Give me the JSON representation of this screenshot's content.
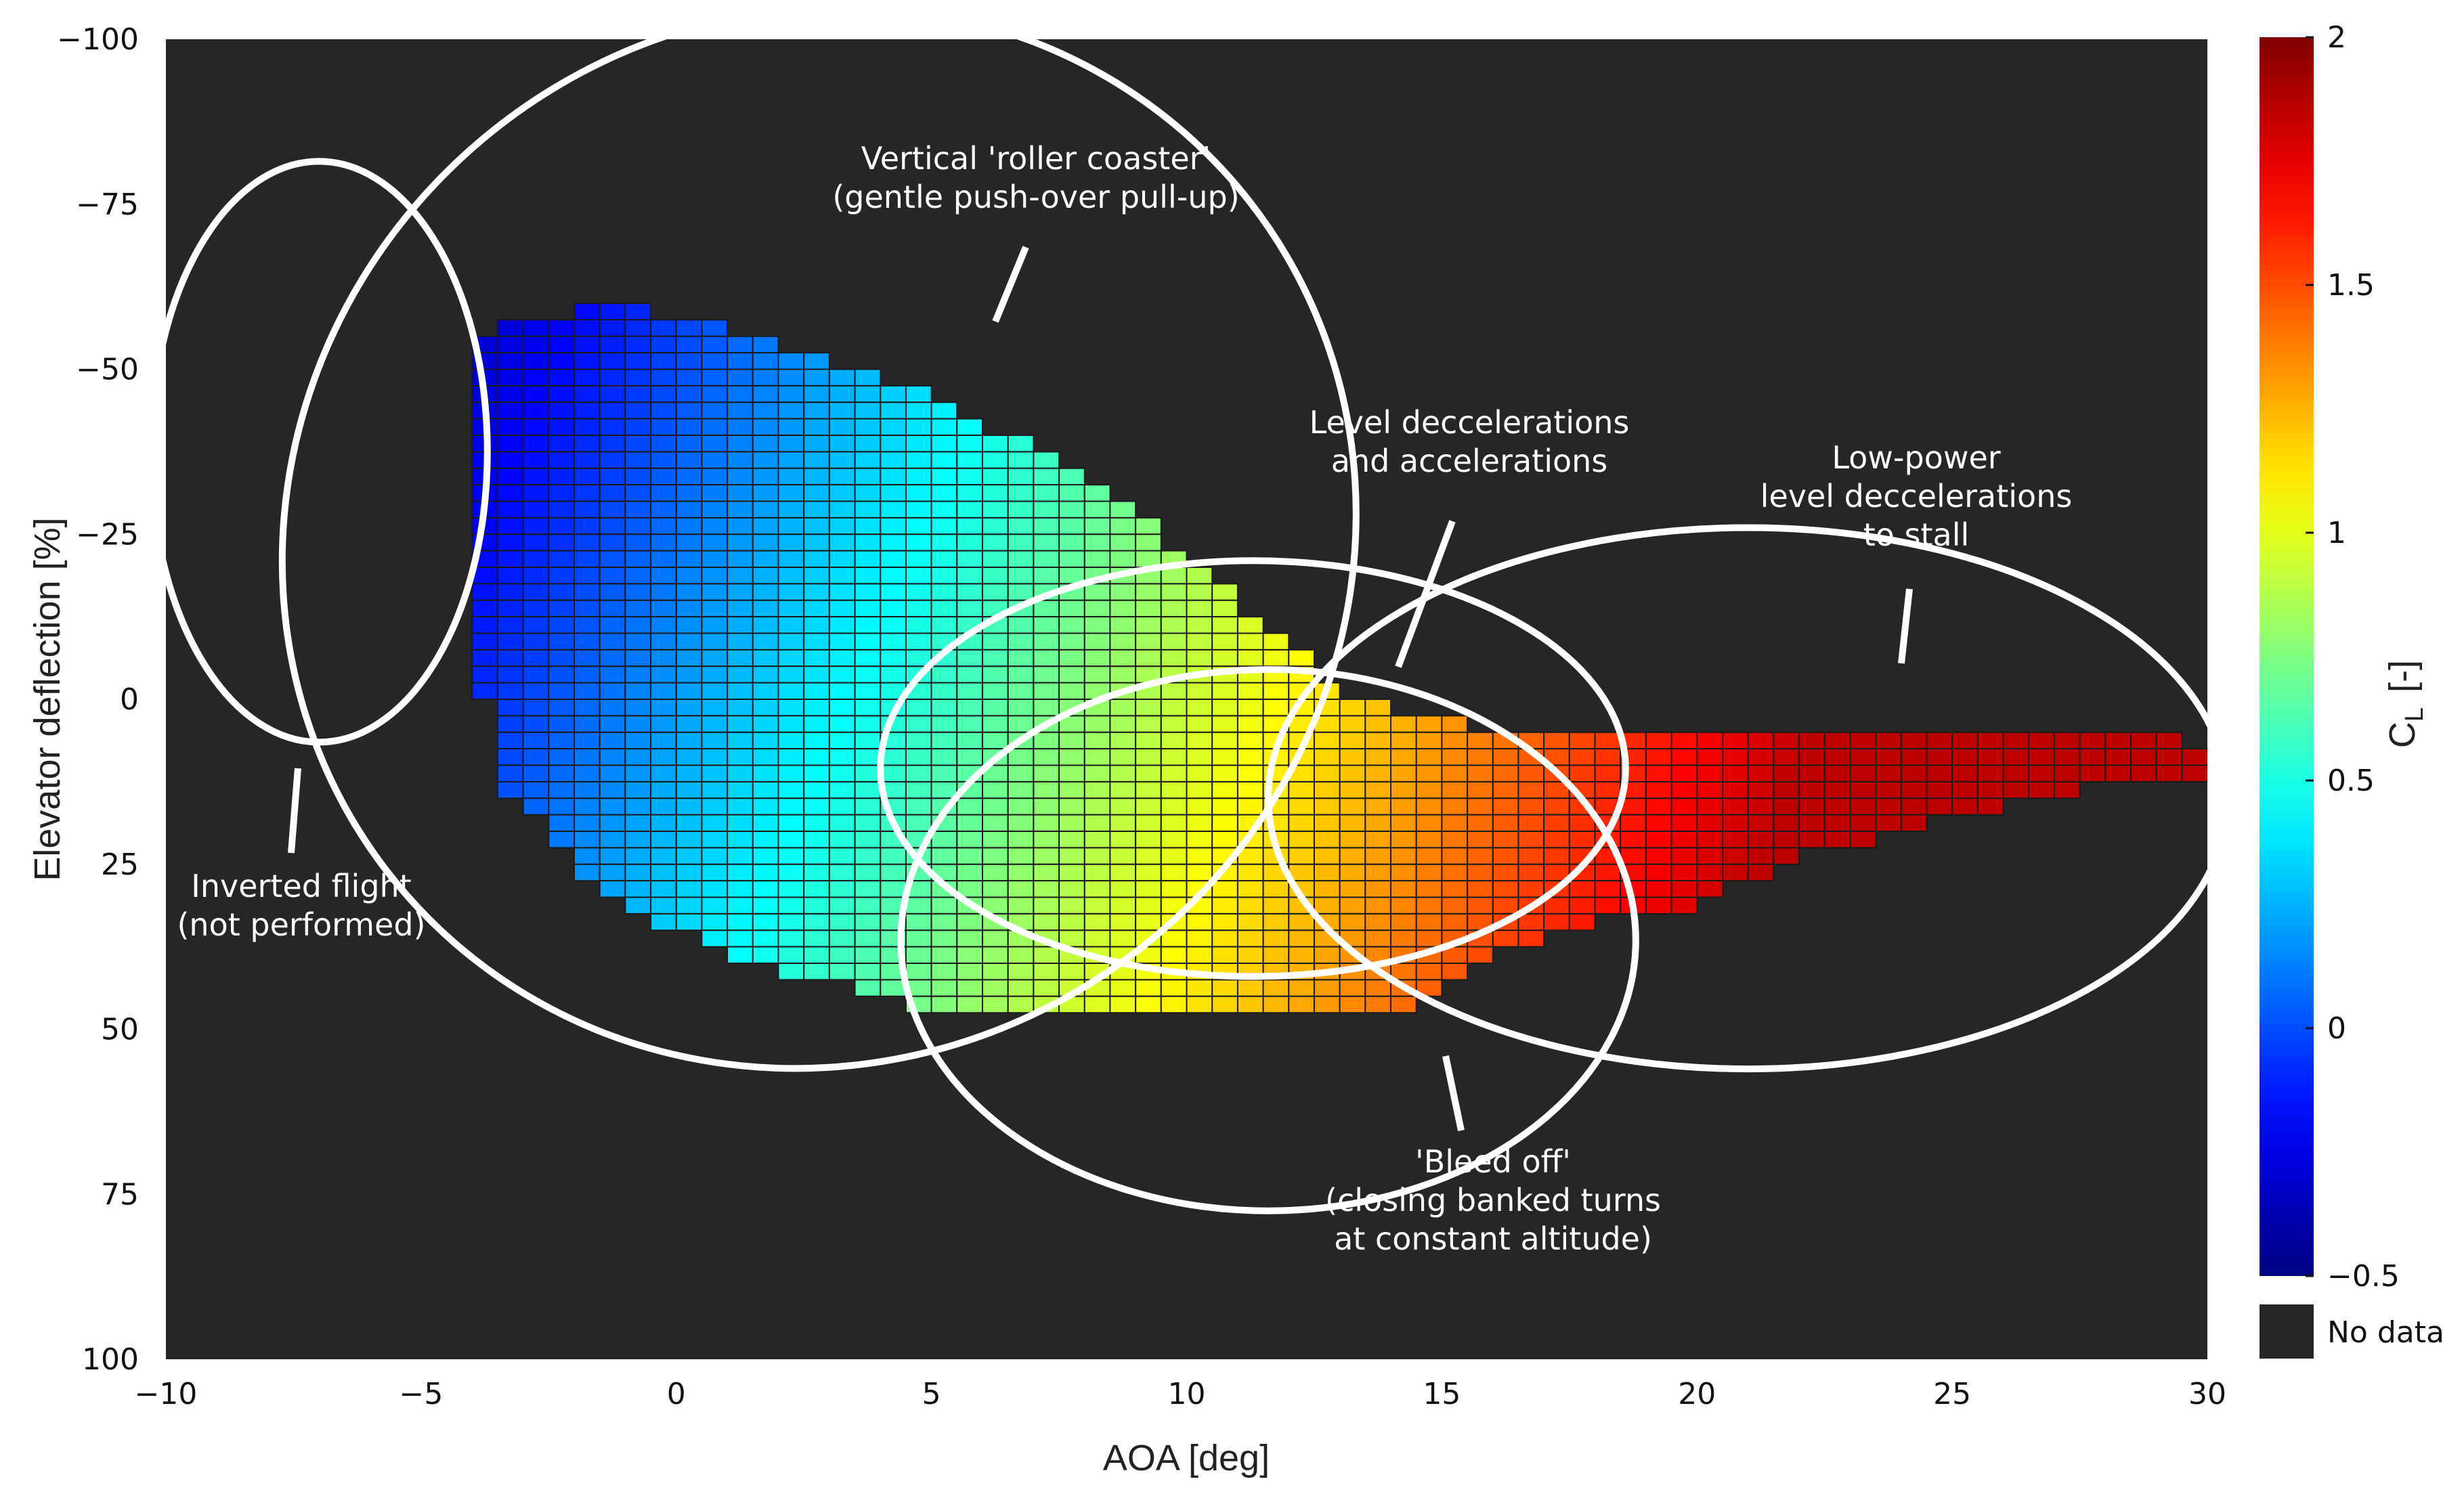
{
  "chart_data": {
    "type": "heatmap",
    "title": "",
    "xlabel": "AOA [deg]",
    "ylabel": "Elevator deflection  [%]",
    "xlim": [
      -10,
      30
    ],
    "ylim": [
      -100,
      100
    ],
    "y_inverted": true,
    "x_ticks": [
      "−10",
      "−5",
      "0",
      "5",
      "10",
      "15",
      "20",
      "25",
      "30"
    ],
    "x_tick_values": [
      -10,
      -5,
      0,
      5,
      10,
      15,
      20,
      25,
      30
    ],
    "y_ticks": [
      "−100",
      "−75",
      "−50",
      "−25",
      "0",
      "25",
      "50",
      "75",
      "100"
    ],
    "y_tick_values": [
      -100,
      -75,
      -50,
      -25,
      0,
      25,
      50,
      75,
      100
    ],
    "background_color": "#262626",
    "cell_size": {
      "aoa_deg": 0.5,
      "elevator_pct": 2.5
    },
    "colormap": "jet",
    "colorbar": {
      "label_main": "C",
      "label_sub": "L",
      "label_unit": "[-]",
      "range": [
        -0.5,
        2
      ],
      "ticks": [
        "−0.5",
        "0",
        "0.5",
        "1",
        "1.5",
        "2"
      ],
      "tick_values": [
        -0.5,
        0,
        0.5,
        1,
        1.5,
        2
      ],
      "no_data_label": "No data"
    },
    "cl_model": {
      "cl_at_aoa_minus4": -0.1,
      "cl_per_deg_aoa": 0.0733,
      "cl_per_pct_elevator": 0.004,
      "cl_cap": 1.85
    },
    "data_envelope": [
      {
        "aoa": -4.0,
        "elev_min": -53.0,
        "elev_max": -15.0
      },
      {
        "aoa": -3.5,
        "elev_min": -58.0,
        "elev_max": 13.0
      },
      {
        "aoa": -2.5,
        "elev_min": -58.0,
        "elev_max": 20.0
      },
      {
        "aoa": -2.0,
        "elev_min": -59.0,
        "elev_max": 25.0
      },
      {
        "aoa": -1.0,
        "elev_min": -60.0,
        "elev_max": 30.0
      },
      {
        "aoa": 0.0,
        "elev_min": -58.0,
        "elev_max": 35.0
      },
      {
        "aoa": 1.0,
        "elev_min": -56.0,
        "elev_max": 38.0
      },
      {
        "aoa": 2.0,
        "elev_min": -54.0,
        "elev_max": 41.0
      },
      {
        "aoa": 3.0,
        "elev_min": -51.0,
        "elev_max": 43.0
      },
      {
        "aoa": 4.0,
        "elev_min": -49.0,
        "elev_max": 45.0
      },
      {
        "aoa": 5.0,
        "elev_min": -46.0,
        "elev_max": 47.0
      },
      {
        "aoa": 6.0,
        "elev_min": -42.0,
        "elev_max": 48.0
      },
      {
        "aoa": 7.0,
        "elev_min": -38.0,
        "elev_max": 48.0
      },
      {
        "aoa": 8.0,
        "elev_min": -33.0,
        "elev_max": 48.0
      },
      {
        "aoa": 9.0,
        "elev_min": -28.0,
        "elev_max": 48.0
      },
      {
        "aoa": 10.0,
        "elev_min": -21.0,
        "elev_max": 48.0
      },
      {
        "aoa": 11.0,
        "elev_min": -15.0,
        "elev_max": 48.0
      },
      {
        "aoa": 12.0,
        "elev_min": -8.0,
        "elev_max": 48.0
      },
      {
        "aoa": 13.0,
        "elev_min": -1.0,
        "elev_max": 48.0
      },
      {
        "aoa": 14.0,
        "elev_min": 2.0,
        "elev_max": 48.0
      },
      {
        "aoa": 15.0,
        "elev_min": 2.0,
        "elev_max": 44.0
      },
      {
        "aoa": 15.5,
        "elev_min": 4.0,
        "elev_max": 40.0
      },
      {
        "aoa": 16.5,
        "elev_min": 4.0,
        "elev_max": 38.0
      },
      {
        "aoa": 17.5,
        "elev_min": 4.0,
        "elev_max": 35.0
      },
      {
        "aoa": 19.0,
        "elev_min": 4.0,
        "elev_max": 32.0
      },
      {
        "aoa": 20.0,
        "elev_min": 4.0,
        "elev_max": 31.0
      },
      {
        "aoa": 21.0,
        "elev_min": 4.0,
        "elev_max": 27.0
      },
      {
        "aoa": 22.0,
        "elev_min": 4.0,
        "elev_max": 24.0
      },
      {
        "aoa": 23.0,
        "elev_min": 4.0,
        "elev_max": 22.0
      },
      {
        "aoa": 24.0,
        "elev_min": 4.0,
        "elev_max": 20.0
      },
      {
        "aoa": 25.0,
        "elev_min": 4.0,
        "elev_max": 18.0
      },
      {
        "aoa": 26.0,
        "elev_min": 6.0,
        "elev_max": 16.0
      },
      {
        "aoa": 27.0,
        "elev_min": 6.0,
        "elev_max": 14.0
      },
      {
        "aoa": 28.0,
        "elev_min": 6.0,
        "elev_max": 13.0
      },
      {
        "aoa": 29.0,
        "elev_min": 6.0,
        "elev_max": 12.0
      },
      {
        "aoa": 30.0,
        "elev_min": 7.0,
        "elev_max": 11.0
      }
    ],
    "annotations": [
      {
        "text": [
          "Inverted flight",
          "(not performed)"
        ],
        "ellipse": {
          "cx": -7.0,
          "cy": -37.5,
          "rx": 3.3,
          "ry": 44.0
        }
      },
      {
        "text": [
          "Vertical 'roller coaster'",
          "(gentle push-over pull-up)"
        ],
        "ellipse": {
          "cx": 2.8,
          "cy": -24.5,
          "rx": 10.7,
          "ry": 79.0,
          "angle": -38
        }
      },
      {
        "text": [
          "Level deccelerations",
          "and accelerations"
        ],
        "ellipse": {
          "cx": 11.3,
          "cy": 10.5,
          "rx": 7.3,
          "ry": 31.5
        }
      },
      {
        "text": [
          "Low-power",
          "level deccelerations",
          "to stall"
        ],
        "ellipse": {
          "cx": 21.0,
          "cy": 15.0,
          "rx": 9.4,
          "ry": 41.0
        }
      },
      {
        "text": [
          "'Bleed off'",
          "(closing banked turns",
          "at constant altitude)"
        ],
        "ellipse": {
          "cx": 11.6,
          "cy": 36.5,
          "rx": 7.2,
          "ry": 41.0
        }
      }
    ]
  }
}
